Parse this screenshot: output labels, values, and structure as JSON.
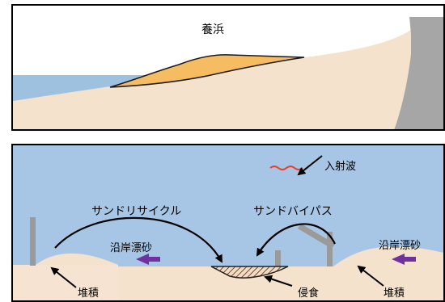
{
  "top_panel": {
    "title": "養浜",
    "colors": {
      "sea": "#9fc1e0",
      "sand": "#f4e2cc",
      "nourishment": "#f5bc62",
      "seawall": "#a6a6a6"
    }
  },
  "bottom_panel": {
    "labels": {
      "incident_wave": "入射波",
      "sand_recycle": "サンドリサイクル",
      "sand_bypass": "サンドバイパス",
      "longshore_left": "沿岸漂砂",
      "longshore_right": "沿岸漂砂",
      "deposition_left": "堆積",
      "erosion": "侵食",
      "deposition_right": "堆積"
    },
    "colors": {
      "water": "#a7c6e6",
      "sand": "#f4e2cc",
      "groin": "#9a9a9a",
      "drift_arrow": "#7030a0",
      "wave": "#e8402a"
    }
  }
}
